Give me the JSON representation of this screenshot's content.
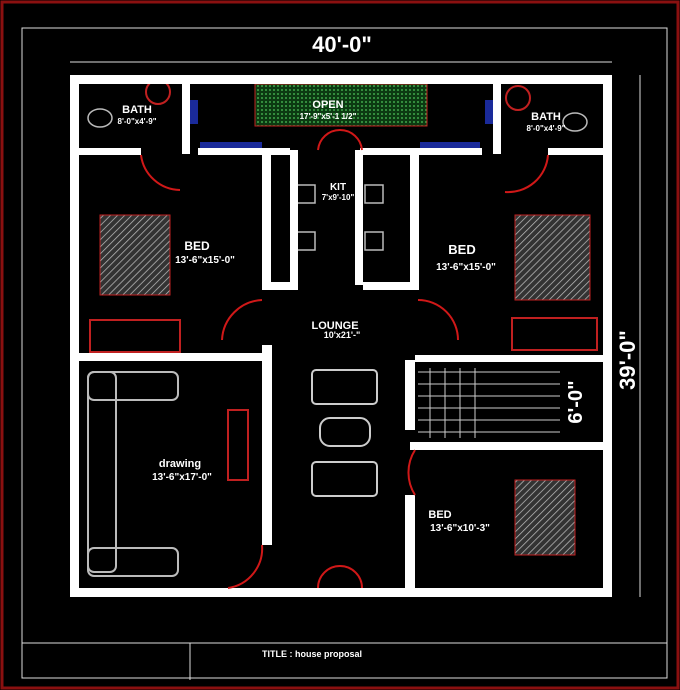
{
  "dimensions": {
    "width": "40'-0\"",
    "height": "39'-0\"",
    "stair": "6'-0\""
  },
  "rooms": {
    "bath_left": {
      "name": "BATH",
      "size": "8'-0\"x4'-9\""
    },
    "bath_right": {
      "name": "BATH",
      "size": "8'-0\"x4'-9\""
    },
    "open": {
      "name": "OPEN",
      "size": "17'-9\"x5'-1 1/2\""
    },
    "kitchen": {
      "name": "KIT",
      "size": "7'x9'-10\""
    },
    "bed_left": {
      "name": "BED",
      "size": "13'-6\"x15'-0\""
    },
    "bed_right": {
      "name": "BED",
      "size": "13'-6\"x15'-0\""
    },
    "lounge": {
      "name": "LOUNGE",
      "size": "10'x21'-\""
    },
    "drawing": {
      "name": "drawing",
      "size": "13'-6\"x17'-0\""
    },
    "bed_bottom": {
      "name": "BED",
      "size": "13'-6\"x10'-3\""
    }
  },
  "title_block": {
    "title": "TITLE : house proposal"
  },
  "colors": {
    "wall": "#ffffff",
    "door": "#d01818",
    "glass": "#1a2a9a",
    "open_area": "#1f6a2a",
    "frame": "#8a1010"
  }
}
